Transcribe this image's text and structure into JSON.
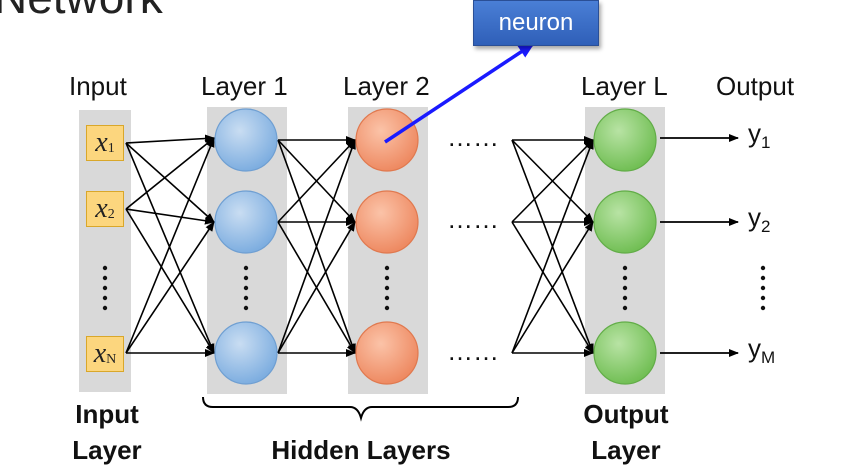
{
  "title_fragment": "Network",
  "callout": {
    "label": "neuron"
  },
  "column_headers": [
    "Input",
    "Layer 1",
    "Layer 2",
    "Layer L",
    "Output"
  ],
  "inputs": [
    {
      "var": "x",
      "sub": "1"
    },
    {
      "var": "x",
      "sub": "2"
    },
    {
      "var": "x",
      "sub": "N"
    }
  ],
  "outputs": [
    {
      "var": "y",
      "sub": "1"
    },
    {
      "var": "y",
      "sub": "2"
    },
    {
      "var": "y",
      "sub": "M"
    }
  ],
  "ellipsis_h": "……",
  "bottom_labels": {
    "input_layer_1": "Input",
    "input_layer_2": "Layer",
    "hidden_layers": "Hidden Layers",
    "output_layer_1": "Output",
    "output_layer_2": "Layer"
  },
  "colors": {
    "layer1_node": "#9dc3e6",
    "layer2_node": "#f4a582",
    "layerL_node": "#93cf7a",
    "column_bg": "#d9d9d9",
    "input_box": "#fcd67e",
    "callout_bg": "#3b6fc8",
    "pointer_line": "#1a1aff"
  }
}
